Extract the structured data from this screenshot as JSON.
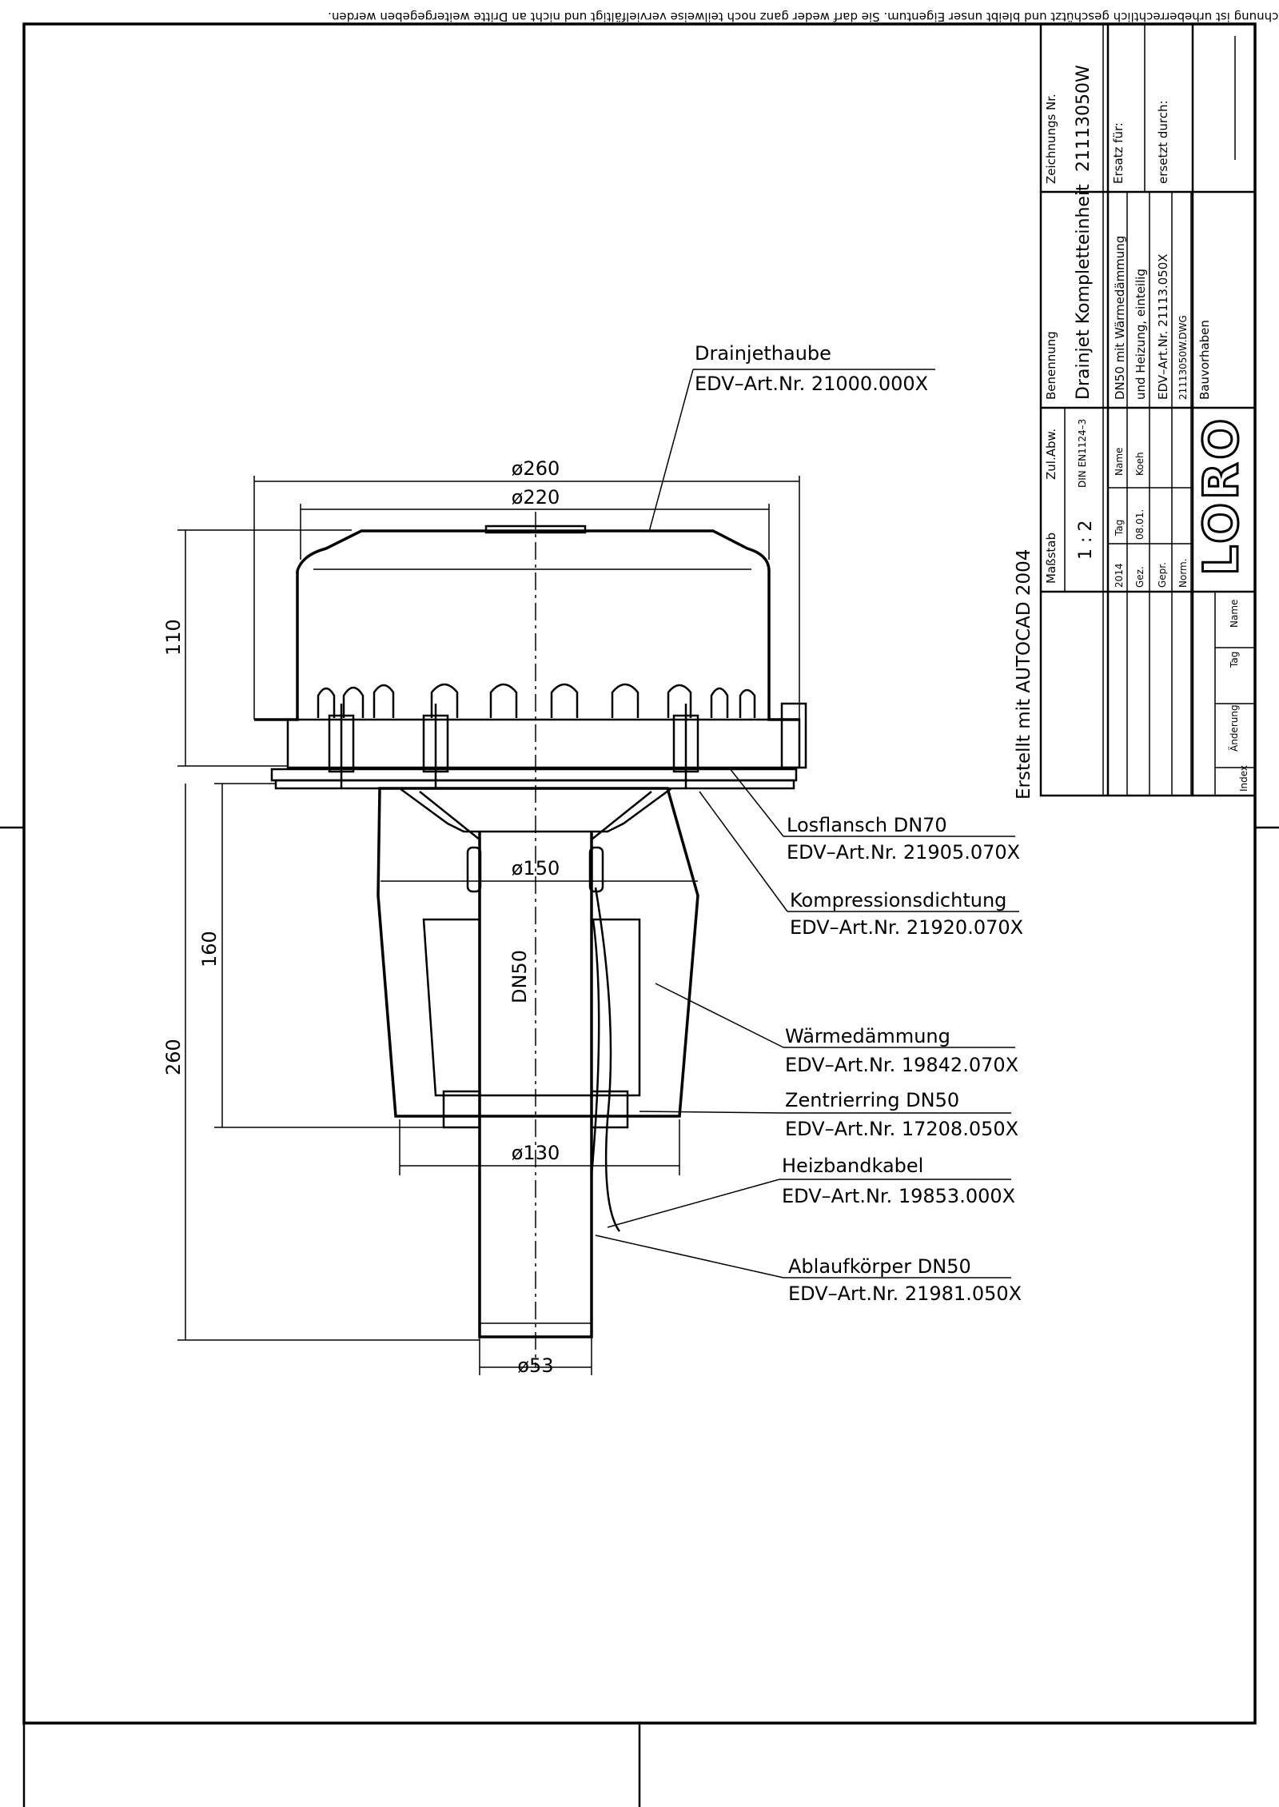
{
  "header_notice": "Diese Zeichnung ist urheberrechtlich geschützt und bleibt unser Eigentum. Sie darf weder ganz noch teilweise vervielfältigt und nicht an Dritte weitergegeben werden.",
  "side_note": "Erstellt mit AUTOCAD 2004",
  "dimensions": {
    "d260": "ø260",
    "d220": "ø220",
    "d150": "ø150",
    "d130": "ø130",
    "d53": "ø53",
    "h110": "110",
    "h160": "160",
    "h260": "260",
    "dn50": "DN50"
  },
  "callouts": [
    {
      "name": "Drainjethaube",
      "art": "EDV–Art.Nr. 21000.000X"
    },
    {
      "name": "Losflansch DN70",
      "art": "EDV–Art.Nr. 21905.070X"
    },
    {
      "name": "Kompressionsdichtung",
      "art": "EDV–Art.Nr. 21920.070X"
    },
    {
      "name": "Wärmedämmung",
      "art": "EDV–Art.Nr. 19842.070X"
    },
    {
      "name": "Zentrierring DN50",
      "art": "EDV–Art.Nr. 17208.050X"
    },
    {
      "name": "Heizbandkabel",
      "art": "EDV–Art.Nr. 19853.000X"
    },
    {
      "name": "Ablaufkörper DN50",
      "art": "EDV–Art.Nr. 21981.050X"
    }
  ],
  "title_block": {
    "zeichnungs_label": "Zeichnungs Nr.",
    "zeichnungs_nr": "21113050W",
    "ersatz_fuer": "Ersatz für:",
    "ersetzt_durch": "ersetzt durch:",
    "benennung_label": "Benennung",
    "benennung": "Drainjet Kompletteinheit",
    "desc1": "DN50 mit Wärmedämmung",
    "desc2": "und Heizung, einteilig",
    "desc3": "EDV–Art.Nr. 21113.050X",
    "dwg": "21113050W.DWG",
    "bauvorhaben": "Bauvorhaben",
    "massstab_label": "Maßstab",
    "massstab": "1 : 2",
    "zulabw_label": "Zul.Abw.",
    "din": "DIN EN1124–3",
    "year": "2014",
    "tag": "Tag",
    "name": "Name",
    "gez": "Gez.",
    "gez_tag": "08.01.",
    "gez_name": "Koeh",
    "gepr": "Gepr.",
    "norm": "Norm.",
    "logo": "LORO",
    "rev_index": "Index",
    "rev_aenderung": "Änderung",
    "rev_tag": "Tag",
    "rev_name": "Name"
  }
}
